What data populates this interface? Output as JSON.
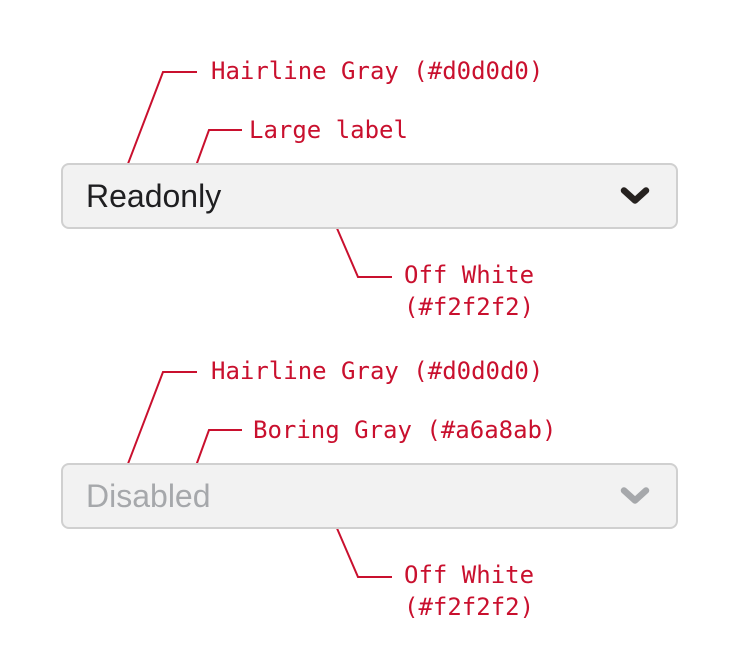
{
  "component_spec": {
    "readonly_select": {
      "label": "Readonly",
      "annotations": {
        "border": "Hairline Gray (#d0d0d0)",
        "label_note": "Large label",
        "background": "Off White\n(#f2f2f2)"
      }
    },
    "disabled_select": {
      "label": "Disabled",
      "annotations": {
        "border": "Hairline Gray (#d0d0d0)",
        "text_color": "Boring Gray (#a6a8ab)",
        "background": "Off White\n(#f2f2f2)"
      }
    }
  },
  "colors": {
    "annotation_red": "#c9102e",
    "hairline_gray": "#d0d0d0",
    "off_white": "#f2f2f2",
    "boring_gray": "#a6a8ab"
  },
  "icons": {
    "chevron_down": "chevron-down-icon"
  }
}
